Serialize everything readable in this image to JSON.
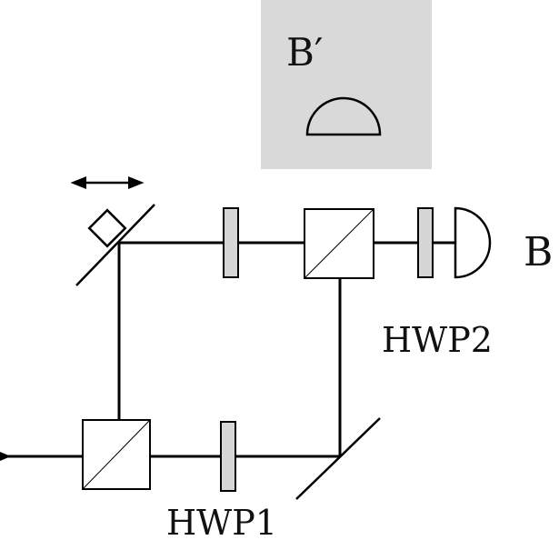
{
  "labels": {
    "detector_b": "B",
    "detector_b_prime": "B′",
    "hwp1": "HWP1",
    "hwp2": "HWP2"
  },
  "components": {
    "beam_splitters": 2,
    "half_wave_plates": 3,
    "mirrors": 2,
    "detectors": 2
  },
  "icons": {
    "translation_stage": "double-arrow-icon",
    "movable_mirror": "movable-mirror-icon",
    "detector": "half-circle-detector-icon"
  },
  "colors": {
    "line": "#000000",
    "plate_fill": "#d6d6d6",
    "panel_fill": "#d9d9d9"
  }
}
